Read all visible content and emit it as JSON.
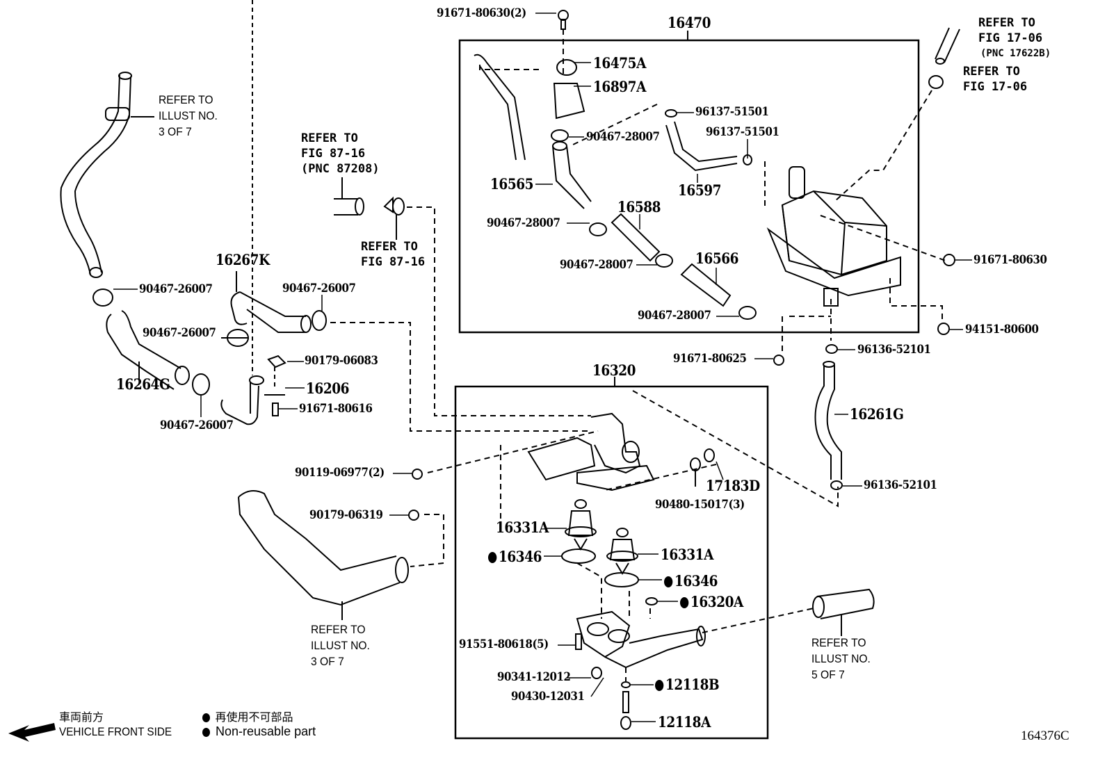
{
  "diagram": {
    "figure_id": "164376C",
    "assemblies": {
      "reservoir": "16470",
      "water_outlet": "16320"
    },
    "parts": {
      "p91671_80630_2": "91671-80630(2)",
      "p16475A": "16475A",
      "p16897A": "16897A",
      "p96137_51501_a": "96137-51501",
      "p96137_51501_b": "96137-51501",
      "p90467_28007_a": "90467-28007",
      "p16565": "16565",
      "p16597": "16597",
      "p16588": "16588",
      "p90467_28007_b": "90467-28007",
      "p90467_28007_c": "90467-28007",
      "p16566": "16566",
      "p90467_28007_d": "90467-28007",
      "p91671_80630": "91671-80630",
      "p94151_80600": "94151-80600",
      "p91671_80625": "91671-80625",
      "p96136_52101_a": "96136-52101",
      "p16261G": "16261G",
      "p96136_52101_b": "96136-52101",
      "p16267K": "16267K",
      "p90467_26007_a": "90467-26007",
      "p90467_26007_b": "90467-26007",
      "p90467_26007_c": "90467-26007",
      "p90467_26007_d": "90467-26007",
      "p16264G": "16264G",
      "p90179_06083": "90179-06083",
      "p16206": "16206",
      "p91671_80616": "91671-80616",
      "p90119_06977_2": "90119-06977(2)",
      "p90179_06319": "90179-06319",
      "p17183D": "17183D",
      "p90480_15017_3": "90480-15017(3)",
      "p16331A_a": "16331A",
      "p16331A_b": "16331A",
      "p16346_a": "16346",
      "p16346_b": "16346",
      "p16320A": "16320A",
      "p91551_80618_5": "91551-80618(5)",
      "p90341_12012": "90341-12012",
      "p90430_12031": "90430-12031",
      "p12118B": "12118B",
      "p12118A": "12118A"
    },
    "non_reusable_parts": [
      "16346",
      "16346",
      "16320A",
      "12118B"
    ],
    "references": {
      "illust3_top": "REFER TO\nILLUST NO.\n3 OF 7",
      "fig87_pnc": "REFER TO\nFIG 87-16\n(PNC 87208)",
      "fig87": "REFER TO\nFIG 87-16",
      "fig17_pnc_a": "REFER TO\nFIG 17-06",
      "fig17_pnc_b": "(PNC 17622B)",
      "fig17": "REFER TO\nFIG 17-06",
      "illust3_bottom": "REFER TO\nILLUST NO.\n3 OF 7",
      "illust5": "REFER TO\nILLUST NO.\n5 OF 7"
    },
    "legend": {
      "front_jp": "車両前方",
      "front_en": "VEHICLE FRONT SIDE",
      "nonreuse_jp": "再使用不可部品",
      "nonreuse_en": "Non-reusable part"
    }
  }
}
